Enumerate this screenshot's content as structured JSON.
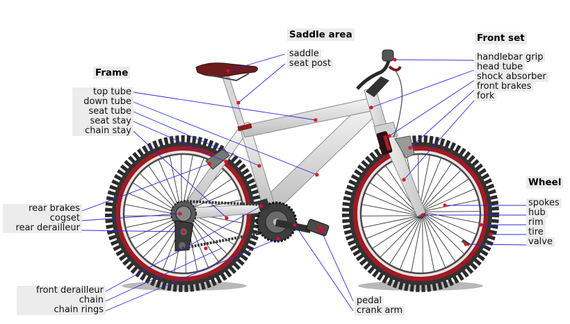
{
  "groups": {
    "frame": {
      "title": "Frame",
      "labels": [
        "top tube",
        "down tube",
        "seat tube",
        "seat stay",
        "chain stay"
      ]
    },
    "saddle_area": {
      "title": "Saddle area",
      "labels": [
        "saddle",
        "seat post"
      ]
    },
    "front_set": {
      "title": "Front set",
      "labels": [
        "handlebar grip",
        "head tube",
        "shock absorber",
        "front brakes",
        "fork"
      ]
    },
    "wheel": {
      "title": "Wheel",
      "labels": [
        "spokes",
        "hub",
        "rim",
        "tire",
        "valve"
      ]
    },
    "drivetrain_rear": {
      "labels": [
        "rear brakes",
        "cogset",
        "rear derailleur"
      ]
    },
    "drivetrain_front": {
      "labels": [
        "front derailleur",
        "chain",
        "chain rings"
      ]
    },
    "pedal_area": {
      "labels": [
        "pedal",
        "crank arm"
      ]
    }
  },
  "colors": {
    "leader_line": "#2a2ae0",
    "marker_dot": "#e0101e",
    "tire": "#2b2b2b",
    "rim_band": "#9e1b24",
    "frame": "#e4e4e4",
    "saddle": "#6b1c1c",
    "label_background": "#ececec"
  }
}
